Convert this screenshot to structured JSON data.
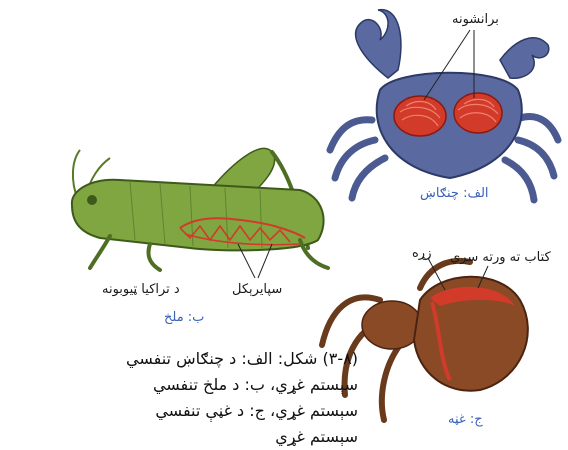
{
  "labels": {
    "crab_gills": "برانشونه",
    "crab_title": "الف: چنګاښ",
    "grasshopper_tracheae": "د تراکیا ټیوبونه",
    "grasshopper_spiracles": "سپایرېکل",
    "grasshopper_title": "ب: ملخ",
    "spider_book_lungs": "کتاب ته ورته سږي",
    "spider_heart": "زړه",
    "spider_title": "ج: غڼه"
  },
  "caption": {
    "number": "(۳-۸)",
    "text": "شکل: الف: د چنګاښ تنفسي سېستم غړي، ب: د ملخ تنفسي سېستم غړي، ج: د غڼې تنفسي سېستم غړي"
  },
  "colors": {
    "crab_body": "#5a6aa0",
    "grasshopper_body": "#7fa640",
    "spider_body": "#8a4a26",
    "respiratory_red": "#d23a2a",
    "label_blue": "#3a63b8"
  }
}
